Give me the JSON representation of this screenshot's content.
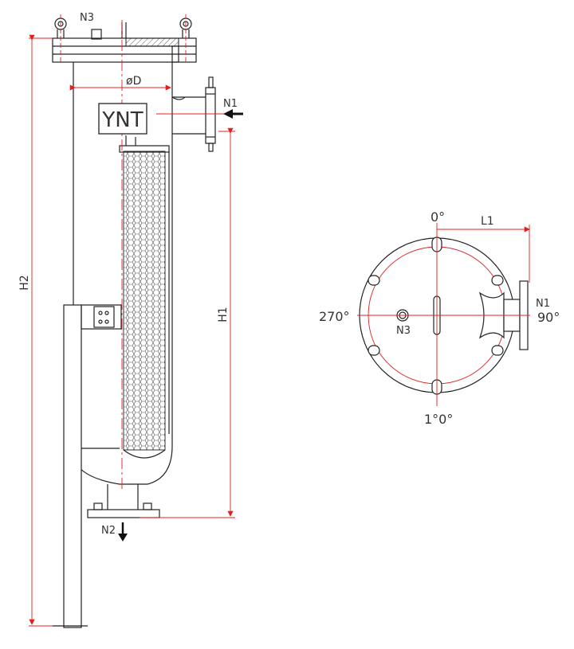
{
  "diagram": {
    "brand_label": "YNT",
    "nozzles": {
      "n1": "N1",
      "n2": "N2",
      "n3": "N3"
    },
    "dimensions": {
      "diameter": "øD",
      "h1": "H1",
      "h2": "H2",
      "l1": "L1"
    },
    "angles": {
      "top": "0°",
      "right": "90°",
      "bottom": "1°0°",
      "left": "270°"
    },
    "colors": {
      "outline": "#222222",
      "dimension": "#e02020",
      "arrow": "#111111"
    }
  }
}
